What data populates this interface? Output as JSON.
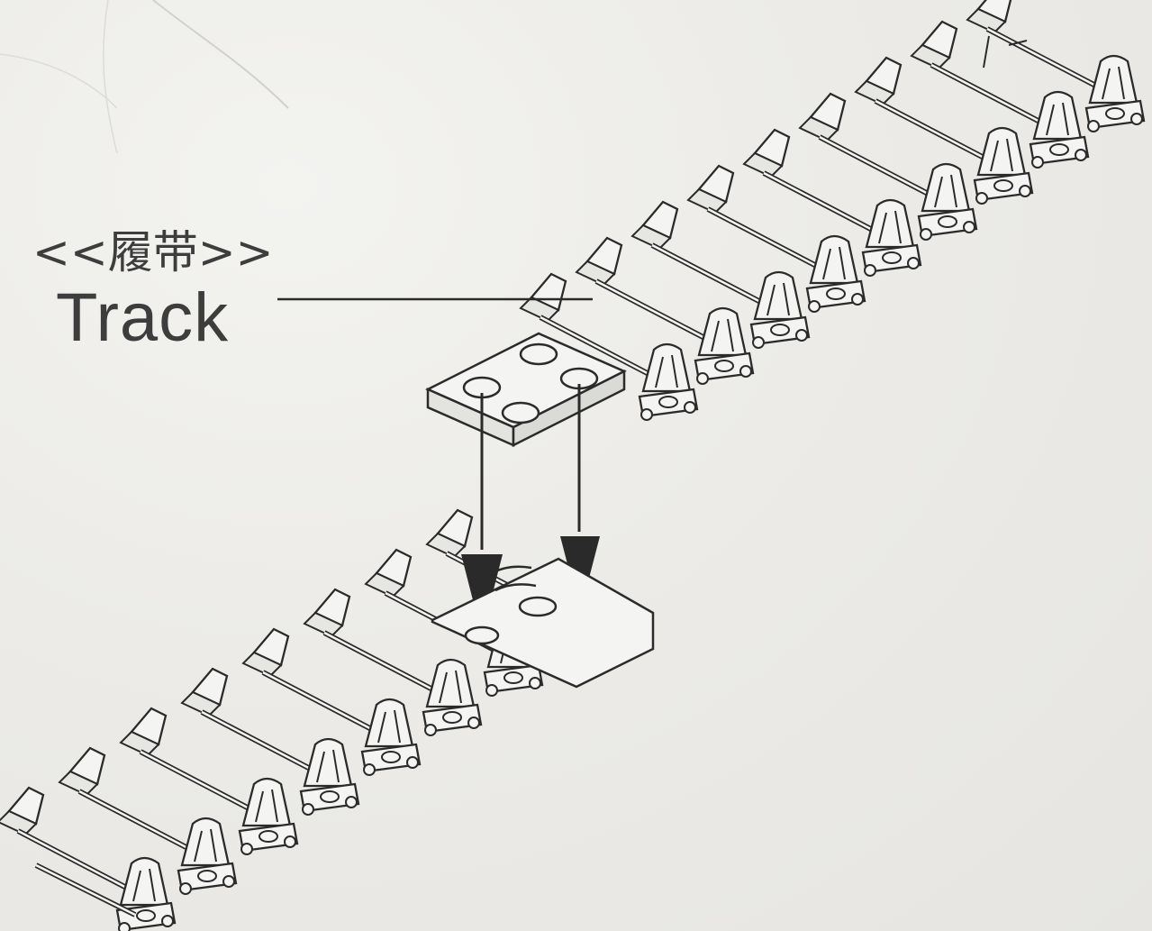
{
  "diagram": {
    "label_cn": "<<履带>>",
    "label_en": "Track",
    "colors": {
      "paper": "#ecebe7",
      "ink": "#2b2b2b",
      "part_fill": "#f4f4f2",
      "shadow": "#d9d9d6",
      "arrow": "#2a2a2a"
    },
    "icons": [
      "track-link",
      "connector-plate",
      "placement-arrow"
    ]
  }
}
